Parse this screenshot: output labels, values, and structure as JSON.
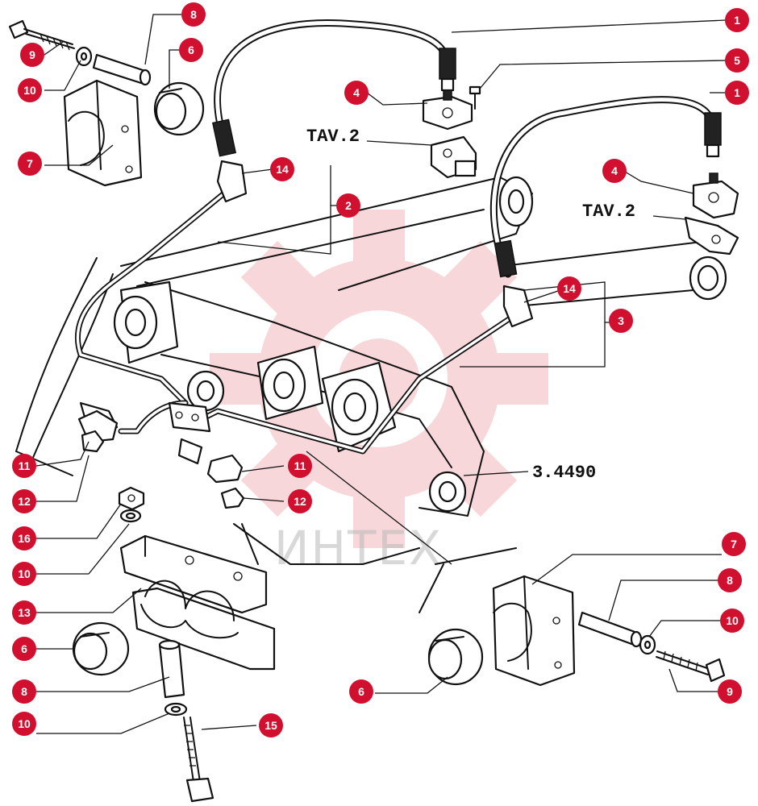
{
  "references": {
    "tav2_a": "TAV.2",
    "tav2_b": "TAV.2",
    "assembly": "3.4490"
  },
  "watermark": {
    "text": "ИНТЕХ",
    "gear_color": "#f3b7bd"
  },
  "callouts": [
    {
      "id": "c1a",
      "label": "1"
    },
    {
      "id": "c1b",
      "label": "1"
    },
    {
      "id": "c2",
      "label": "2"
    },
    {
      "id": "c3",
      "label": "3"
    },
    {
      "id": "c4a",
      "label": "4"
    },
    {
      "id": "c4b",
      "label": "4"
    },
    {
      "id": "c5",
      "label": "5"
    },
    {
      "id": "c6a",
      "label": "6"
    },
    {
      "id": "c6b",
      "label": "6"
    },
    {
      "id": "c6c",
      "label": "6"
    },
    {
      "id": "c7a",
      "label": "7"
    },
    {
      "id": "c7b",
      "label": "7"
    },
    {
      "id": "c8a",
      "label": "8"
    },
    {
      "id": "c8b",
      "label": "8"
    },
    {
      "id": "c8c",
      "label": "8"
    },
    {
      "id": "c9a",
      "label": "9"
    },
    {
      "id": "c9b",
      "label": "9"
    },
    {
      "id": "c10a",
      "label": "10"
    },
    {
      "id": "c10b",
      "label": "10"
    },
    {
      "id": "c10c",
      "label": "10"
    },
    {
      "id": "c10d",
      "label": "10"
    },
    {
      "id": "c11a",
      "label": "11"
    },
    {
      "id": "c11b",
      "label": "11"
    },
    {
      "id": "c12a",
      "label": "12"
    },
    {
      "id": "c12b",
      "label": "12"
    },
    {
      "id": "c13",
      "label": "13"
    },
    {
      "id": "c14a",
      "label": "14"
    },
    {
      "id": "c14b",
      "label": "14"
    },
    {
      "id": "c15",
      "label": "15"
    },
    {
      "id": "c16",
      "label": "16"
    }
  ],
  "colors": {
    "callout": "#d0102e",
    "line": "#111111"
  }
}
